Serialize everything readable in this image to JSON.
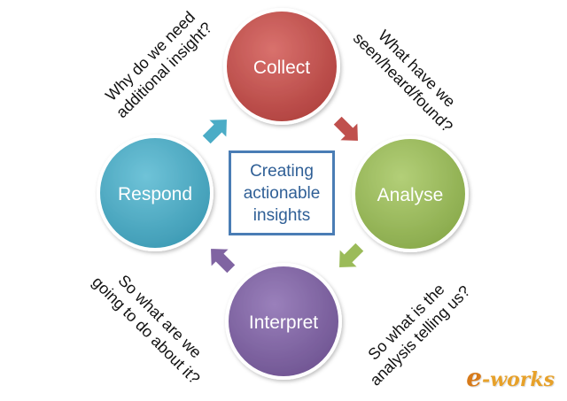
{
  "nodes": {
    "collect": {
      "label": "Collect",
      "color": "#c0504d"
    },
    "analyse": {
      "label": "Analyse",
      "color": "#9bbb59"
    },
    "interpret": {
      "label": "Interpret",
      "color": "#8064a2"
    },
    "respond": {
      "label": "Respond",
      "color": "#4bacc6"
    }
  },
  "center": {
    "lines": [
      "Creating",
      "actionable",
      "insights"
    ],
    "border_color": "#4a7db5",
    "text_color": "#2f5f96"
  },
  "questions": {
    "top_left": [
      "Why do we need",
      "additional insight?"
    ],
    "top_right": [
      "What have we",
      "seen/heard/found?"
    ],
    "bottom_right": [
      "So what is the",
      "analysis telling us?"
    ],
    "bottom_left": [
      "So what are we",
      "going to do about it?"
    ]
  },
  "arrows": {
    "collect_to_analyse": "#c0504d",
    "analyse_to_interpret": "#9bbb59",
    "interpret_to_respond": "#8064a2",
    "respond_to_collect": "#4bacc6"
  },
  "watermark": {
    "prefix": "e",
    "rest": "-works"
  }
}
